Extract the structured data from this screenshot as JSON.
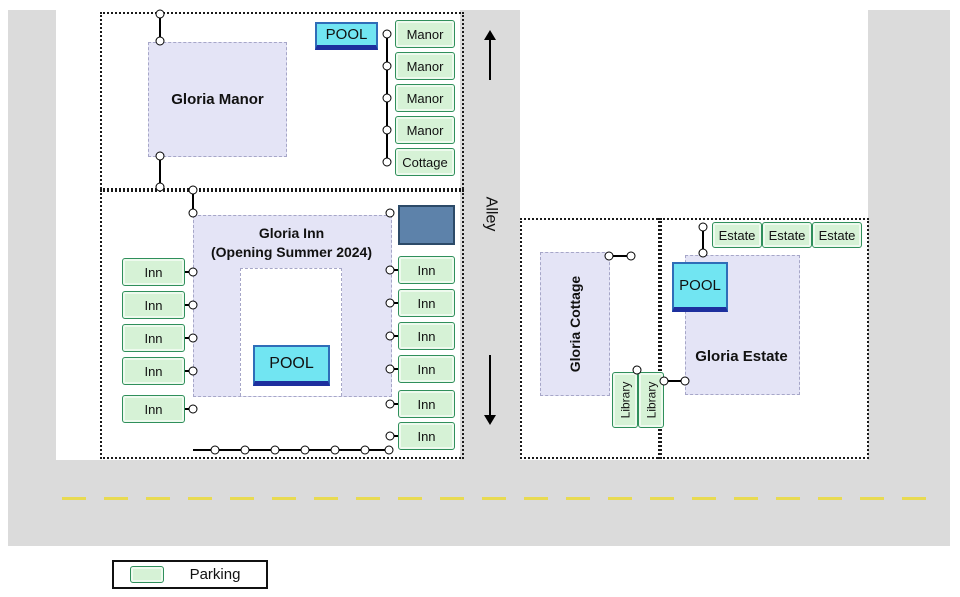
{
  "colors": {
    "road": "#dbdbdb",
    "road_dash": "#e8da52",
    "building_fill": "#e4e4f6",
    "parking_fill": "#d6f2d6",
    "parking_border": "#2f8f5b",
    "pool_fill": "#71e5f2",
    "pool_edge": "#1d2f9e",
    "dark_building": "#5d82aa"
  },
  "alley": {
    "label": "Alley"
  },
  "manor": {
    "name": "Gloria Manor",
    "pool_label": "POOL",
    "parking": [
      "Manor",
      "Manor",
      "Manor",
      "Manor",
      "Cottage"
    ]
  },
  "inn": {
    "name_line1": "Gloria Inn",
    "name_line2": "(Opening Summer 2024)",
    "pool_label": "POOL",
    "parking_left": [
      "Inn",
      "Inn",
      "Inn",
      "Inn",
      "Inn"
    ],
    "parking_right": [
      "Inn",
      "Inn",
      "Inn",
      "Inn",
      "Inn",
      "Inn"
    ]
  },
  "cottage": {
    "name": "Gloria Cottage",
    "parking": [
      "Library",
      "Library"
    ]
  },
  "estate": {
    "name": "Gloria Estate",
    "pool_label": "POOL",
    "parking": [
      "Estate",
      "Estate",
      "Estate"
    ]
  },
  "legend": {
    "label": "Parking"
  }
}
